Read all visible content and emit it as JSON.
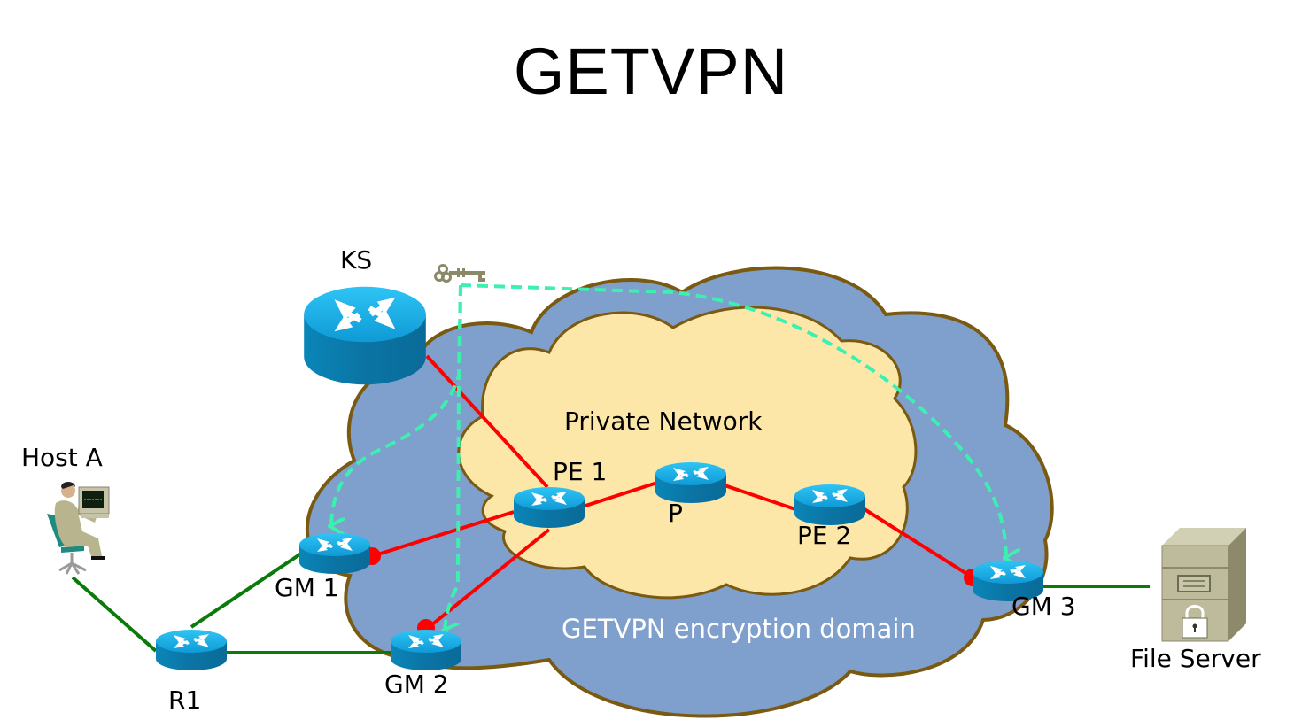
{
  "title": "GETVPN",
  "clouds": {
    "outer_label": "GETVPN encryption domain",
    "inner_label": "Private Network",
    "outer_fill": "#7f9fcd",
    "inner_fill": "#fde7a8",
    "outline": "#7a5a10"
  },
  "nodes": {
    "ks": {
      "label": "KS",
      "type": "router-large"
    },
    "pe1": {
      "label": "PE 1",
      "type": "router"
    },
    "p": {
      "label": "P",
      "type": "router"
    },
    "pe2": {
      "label": "PE 2",
      "type": "router"
    },
    "gm1": {
      "label": "GM 1",
      "type": "router"
    },
    "gm2": {
      "label": "GM 2",
      "type": "router"
    },
    "gm3": {
      "label": "GM 3",
      "type": "router"
    },
    "r1": {
      "label": "R1",
      "type": "router"
    },
    "host_a": {
      "label": "Host A",
      "type": "workstation-user"
    },
    "file_server": {
      "label": "File Server",
      "type": "locked-server"
    }
  },
  "links": {
    "encrypted": [
      [
        "ks",
        "pe1"
      ],
      [
        "pe1",
        "p"
      ],
      [
        "p",
        "pe2"
      ],
      [
        "pe1",
        "gm1"
      ],
      [
        "pe1",
        "gm2"
      ],
      [
        "pe2",
        "gm3"
      ]
    ],
    "plain": [
      [
        "host_a",
        "r1"
      ],
      [
        "r1",
        "gm1"
      ],
      [
        "r1",
        "gm2"
      ],
      [
        "gm3",
        "file_server"
      ]
    ],
    "key_distribution": [
      "gm1",
      "gm2",
      "gm3"
    ]
  },
  "colors": {
    "encrypted_link": "#ff0000",
    "plain_link": "#0a7a0a",
    "key_path": "#3ef0b0",
    "router_top": "#1aa7e0",
    "router_side": "#0a78a8"
  },
  "icons": {
    "key": "key-icon"
  }
}
